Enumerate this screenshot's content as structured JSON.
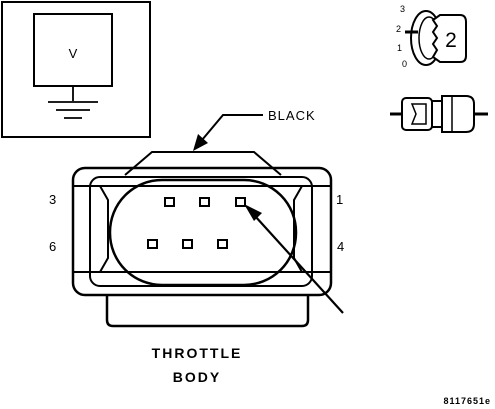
{
  "meter": {
    "symbol": "V"
  },
  "ignition": {
    "positions": [
      "3",
      "2",
      "1",
      "0"
    ],
    "selected": "2"
  },
  "connector": {
    "wire_color": "BLACK",
    "pins": {
      "p3": "3",
      "p1": "1",
      "p6": "6",
      "p4": "4"
    },
    "name_line1": "THROTTLE",
    "name_line2": "BODY"
  },
  "figure_code": "8117651e"
}
